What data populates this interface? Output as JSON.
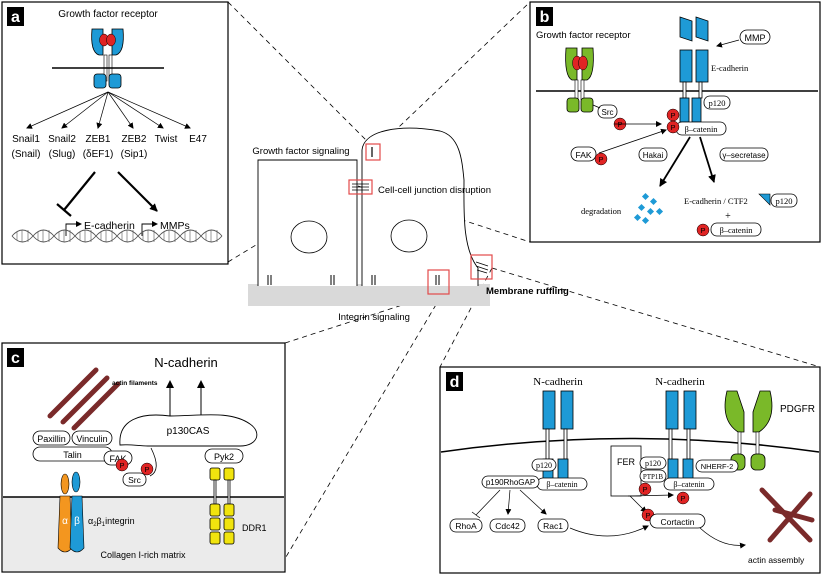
{
  "colors": {
    "receptor_blue": "#1e9ad6",
    "receptor_red": "#e02424",
    "receptor_green": "#7ab929",
    "yellow": "#f1e40e",
    "orange": "#f3961f",
    "matrix_gray": "#ebebeb",
    "actin": "#7a2a2a",
    "highlight_red": "#e24a4a",
    "dna_gray": "#555555"
  },
  "center": {
    "growth_factor_signaling": "Growth factor signaling",
    "junction_disruption": "Cell-cell junction disruption",
    "membrane_ruffling": "Membrane ruffling",
    "integrin_signaling": "Integrin signaling"
  },
  "panel_a": {
    "letter": "a",
    "title": "Growth factor receptor",
    "tf_names": [
      "Snail1",
      "Snail2",
      "ZEB1",
      "ZEB2",
      "Twist",
      "E47"
    ],
    "tf_aliases": [
      "(Snail)",
      "(Slug)",
      "(δEF1)",
      "(Sip1)"
    ],
    "genes": [
      "E-cadherin",
      "MMPs"
    ]
  },
  "panel_b": {
    "letter": "b",
    "title": "Growth factor receptor",
    "mmp": "MMP",
    "ecadherin": "E-cadherin",
    "src": "Src",
    "p120": "p120",
    "bcatenin": "β–catenin",
    "fak": "FAK",
    "hakai": "Hakai",
    "gsecretase": "γ–secretase",
    "degradation": "degradation",
    "ctf2": "E-cadherin / CTF2",
    "plus": "+",
    "p": "P"
  },
  "panel_c": {
    "letter": "c",
    "ncadherin": "N-cadherin",
    "actin": "actin filaments",
    "paxillin": "Paxillin",
    "vinculin": "Vinculin",
    "talin": "Talin",
    "fak": "FAK",
    "p130": "p130CAS",
    "src": "Src",
    "pyk2": "Pyk2",
    "ddr1": "DDR1",
    "alpha": "α",
    "beta": "β",
    "integrin_a": "α",
    "integrin_sub1": "2",
    "integrin_b": "β",
    "integrin_sub2": "1",
    "integrin_word": "integrin",
    "matrix": "Collagen I-rich matrix",
    "p": "P"
  },
  "panel_d": {
    "letter": "d",
    "ncadherin1": "N-cadherin",
    "ncadherin2": "N-cadherin",
    "pdgfr": "PDGFR",
    "p120": "p120",
    "bcatenin": "β–catenin",
    "p190": "p190RhoGAP",
    "rhoa": "RhoA",
    "cdc42": "Cdc42",
    "rac1": "Rac1",
    "fer": "FER",
    "ptp1b": "PTP1B",
    "nherf2": "NHERF-2",
    "cortactin": "Cortactin",
    "actin_assembly": "actin assembly",
    "p": "P"
  }
}
